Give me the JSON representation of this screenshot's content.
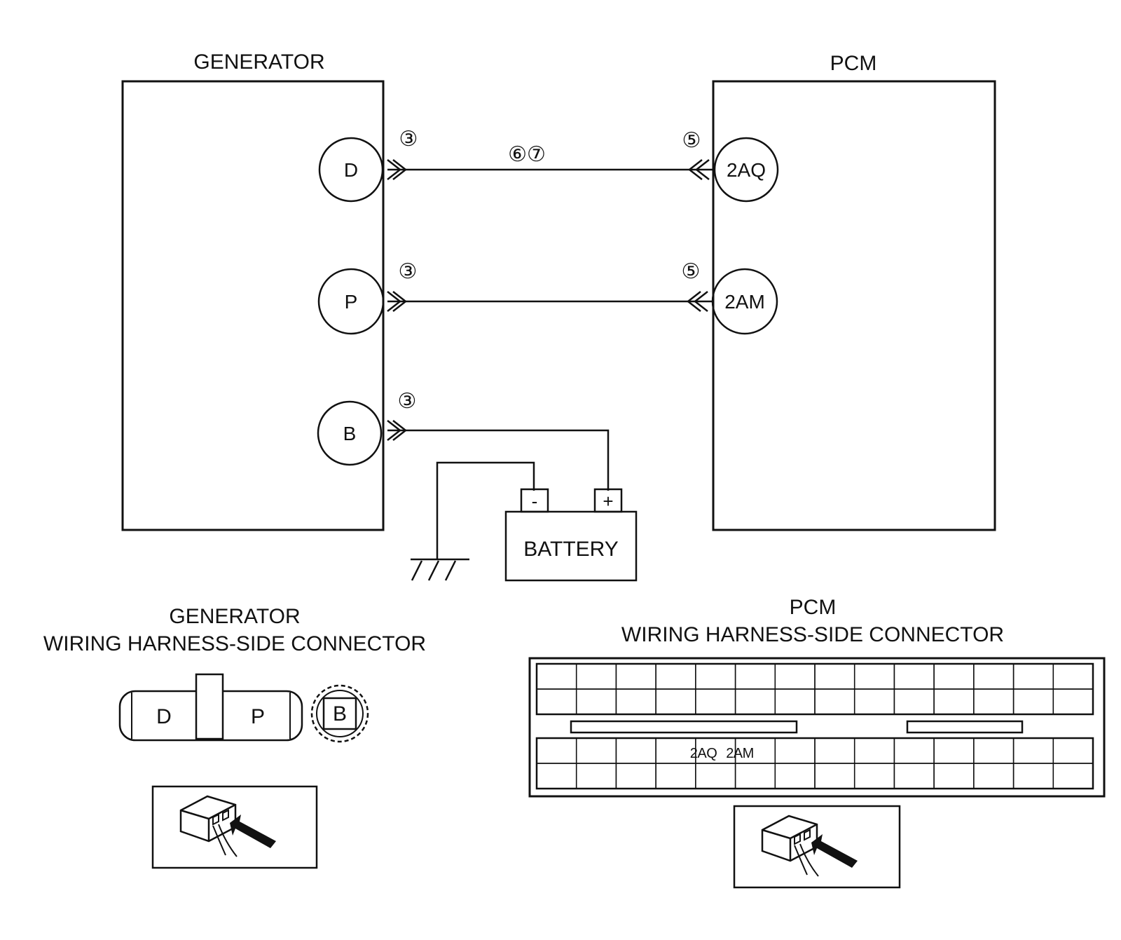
{
  "generator": {
    "title": "GENERATOR",
    "terminals": {
      "d": "D",
      "p": "P",
      "b": "B"
    }
  },
  "pcm": {
    "title": "PCM",
    "terminals": {
      "aq": "2AQ",
      "am": "2AM"
    }
  },
  "step_markers": {
    "gen_d": "③",
    "gen_p": "③",
    "gen_b": "③",
    "wire_d": "⑥⑦",
    "pcm_aq": "⑤",
    "pcm_am": "⑤"
  },
  "battery": {
    "label": "BATTERY",
    "neg": "-",
    "pos": "+"
  },
  "gen_connector": {
    "title_line1": "GENERATOR",
    "title_line2": "WIRING HARNESS-SIDE CONNECTOR",
    "pins": {
      "d": "D",
      "p": "P",
      "b": "B"
    }
  },
  "pcm_connector": {
    "title_line1": "PCM",
    "title_line2": "WIRING HARNESS-SIDE CONNECTOR",
    "pins": {
      "aq": "2AQ",
      "am": "2AM"
    }
  },
  "icons": [
    "connector-probe-icon",
    "ground-icon",
    "harness-connector-icon"
  ]
}
